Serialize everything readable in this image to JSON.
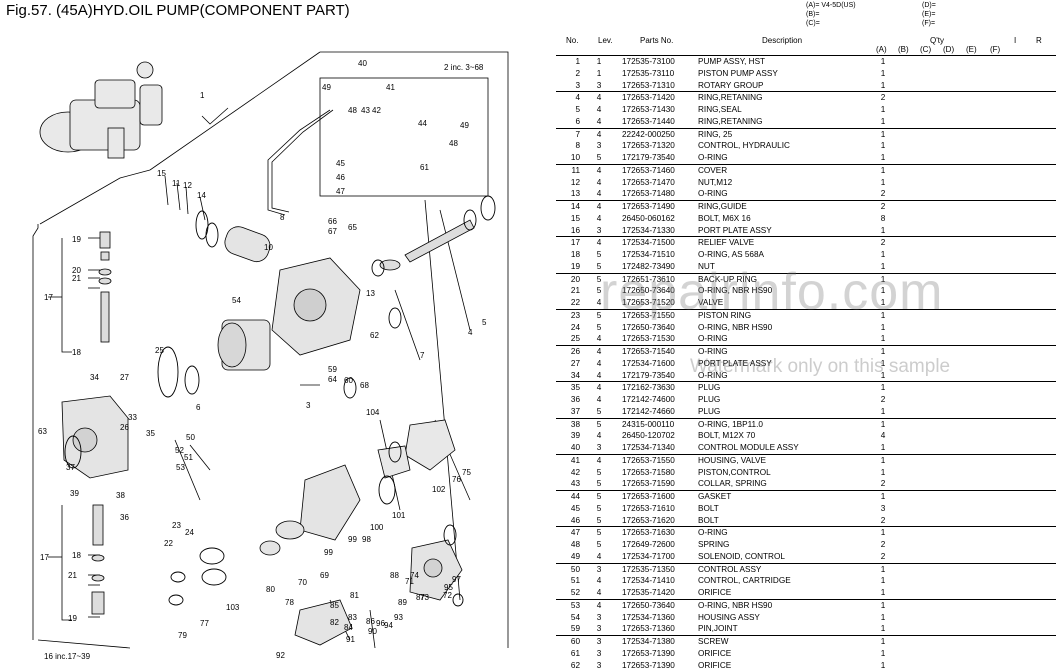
{
  "figure": {
    "title": "Fig.57.  (45A)HYD.OIL PUMP(COMPONENT PART)"
  },
  "legend": {
    "left": [
      "(A)= V4-5D(US)",
      "(B)=",
      "(C)="
    ],
    "right": [
      "(D)=",
      "(E)=",
      "(F)="
    ]
  },
  "table_header": {
    "no": "No.",
    "lev": "Lev.",
    "parts_no": "Parts No.",
    "description": "Description",
    "qty": "Q'ty",
    "a": "(A)",
    "b": "(B)",
    "c": "(C)",
    "d": "(D)",
    "e": "(E)",
    "f": "(F)",
    "i": "I",
    "r": "R"
  },
  "diagram_labels": {
    "l1": "1",
    "l2": "2 inc. 3~68",
    "l3": "3",
    "l4": "4",
    "l5": "5",
    "l6": "6",
    "l7": "7",
    "l8": "8",
    "l10": "10",
    "l11": "11",
    "l12": "12",
    "l13": "13",
    "l14": "14",
    "l15": "15",
    "l16": "16 inc.17~39",
    "l17a": "17",
    "l17b": "17",
    "l18a": "18",
    "l18b": "18",
    "l19a": "19",
    "l19b": "19",
    "l20": "20",
    "l21a": "21",
    "l21b": "21",
    "l22": "22",
    "l23": "23",
    "l24": "24",
    "l25": "25",
    "l26": "26",
    "l27": "27",
    "l33": "33",
    "l34": "34",
    "l35": "35",
    "l36": "36",
    "l37": "37",
    "l38": "38",
    "l39": "39",
    "l40": "40",
    "l41": "41",
    "l42": "42",
    "l43": "43",
    "l44": "44",
    "l45": "45",
    "l46": "46",
    "l47": "47",
    "l48a": "48",
    "l48b": "48",
    "l49a": "49",
    "l49b": "49",
    "l50": "50",
    "l51": "51",
    "l52": "52",
    "l53": "53",
    "l54": "54",
    "l59": "59",
    "l60": "60",
    "l61": "61",
    "l62": "62",
    "l63": "63",
    "l64": "64",
    "l65": "65",
    "l66": "66",
    "l67": "67",
    "l68": "68",
    "l69": "69",
    "l70": "70",
    "l71": "71",
    "l72": "72",
    "l73": "73",
    "l74": "74",
    "l75": "75",
    "l76": "76",
    "l77": "77",
    "l78": "78",
    "l79": "79",
    "l80": "80",
    "l81": "81",
    "l82": "82",
    "l83": "83",
    "l84": "84",
    "l85": "85",
    "l86": "86",
    "l87": "87",
    "l88": "88",
    "l89": "89",
    "l90": "90",
    "l91": "91",
    "l92": "92",
    "l93": "93",
    "l94": "94",
    "l95": "95",
    "l96": "96",
    "l97": "97",
    "l98": "98",
    "l99a": "99",
    "l99b": "99",
    "l100": "100",
    "l101": "101",
    "l102": "102",
    "l103": "103",
    "l104": "104"
  },
  "parts": [
    {
      "no": "1",
      "lev": "1",
      "pn": "172535-73100",
      "desc": "PUMP ASSY, HST",
      "qa": "1",
      "grp": true
    },
    {
      "no": "2",
      "lev": "1",
      "pn": "172535-73110",
      "desc": "PISTON PUMP ASSY",
      "qa": "1"
    },
    {
      "no": "3",
      "lev": "3",
      "pn": "172653-71310",
      "desc": "ROTARY GROUP",
      "qa": "1"
    },
    {
      "no": "4",
      "lev": "4",
      "pn": "172653-71420",
      "desc": "RING,RETANING",
      "qa": "2",
      "grp": true
    },
    {
      "no": "5",
      "lev": "4",
      "pn": "172653-71430",
      "desc": "RING,SEAL",
      "qa": "1"
    },
    {
      "no": "6",
      "lev": "4",
      "pn": "172653-71440",
      "desc": "RING,RETANING",
      "qa": "1"
    },
    {
      "no": "7",
      "lev": "4",
      "pn": "22242-000250",
      "desc": "RING,  25",
      "qa": "1",
      "grp": true
    },
    {
      "no": "8",
      "lev": "3",
      "pn": "172653-71320",
      "desc": "CONTROL, HYDRAULIC",
      "qa": "1"
    },
    {
      "no": "10",
      "lev": "5",
      "pn": "172179-73540",
      "desc": "O-RING",
      "qa": "1"
    },
    {
      "no": "11",
      "lev": "4",
      "pn": "172653-71460",
      "desc": "COVER",
      "qa": "1",
      "grp": true
    },
    {
      "no": "12",
      "lev": "4",
      "pn": "172653-71470",
      "desc": "NUT,M12",
      "qa": "1"
    },
    {
      "no": "13",
      "lev": "4",
      "pn": "172653-71480",
      "desc": "O-RING",
      "qa": "2"
    },
    {
      "no": "14",
      "lev": "4",
      "pn": "172653-71490",
      "desc": "RING,GUIDE",
      "qa": "2",
      "grp": true
    },
    {
      "no": "15",
      "lev": "4",
      "pn": "26450-060162",
      "desc": "BOLT, M6X 16",
      "qa": "8"
    },
    {
      "no": "16",
      "lev": "3",
      "pn": "172534-71330",
      "desc": "PORT PLATE ASSY",
      "qa": "1"
    },
    {
      "no": "17",
      "lev": "4",
      "pn": "172534-71500",
      "desc": "RELIEF VALVE",
      "qa": "2",
      "grp": true
    },
    {
      "no": "18",
      "lev": "5",
      "pn": "172534-71510",
      "desc": "O-RING, AS 568A",
      "qa": "1"
    },
    {
      "no": "19",
      "lev": "5",
      "pn": "172482-73490",
      "desc": "NUT",
      "qa": "1"
    },
    {
      "no": "20",
      "lev": "5",
      "pn": "172651-73610",
      "desc": "BACK-UP RING",
      "qa": "1",
      "grp": true
    },
    {
      "no": "21",
      "lev": "5",
      "pn": "172650-73640",
      "desc": "O-RING, NBR HS90",
      "qa": "1"
    },
    {
      "no": "22",
      "lev": "4",
      "pn": "172653-71520",
      "desc": "VALVE",
      "qa": "1"
    },
    {
      "no": "23",
      "lev": "5",
      "pn": "172653-71550",
      "desc": "PISTON RING",
      "qa": "1",
      "grp": true
    },
    {
      "no": "24",
      "lev": "5",
      "pn": "172650-73640",
      "desc": "O-RING, NBR HS90",
      "qa": "1"
    },
    {
      "no": "25",
      "lev": "4",
      "pn": "172653-71530",
      "desc": "O-RING",
      "qa": "1"
    },
    {
      "no": "26",
      "lev": "4",
      "pn": "172653-71540",
      "desc": "O-RING",
      "qa": "1",
      "grp": true
    },
    {
      "no": "27",
      "lev": "4",
      "pn": "172534-71600",
      "desc": "PORT PLATE ASSY",
      "qa": "1"
    },
    {
      "no": "34",
      "lev": "4",
      "pn": "172179-73540",
      "desc": "O-RING",
      "qa": "1"
    },
    {
      "no": "35",
      "lev": "4",
      "pn": "172162-73630",
      "desc": "PLUG",
      "qa": "1",
      "grp": true
    },
    {
      "no": "36",
      "lev": "4",
      "pn": "172142-74600",
      "desc": "PLUG",
      "qa": "2"
    },
    {
      "no": "37",
      "lev": "5",
      "pn": "172142-74660",
      "desc": "PLUG",
      "qa": "1"
    },
    {
      "no": "38",
      "lev": "5",
      "pn": "24315-000110",
      "desc": "O-RING, 1BP11.0",
      "qa": "1",
      "grp": true
    },
    {
      "no": "39",
      "lev": "4",
      "pn": "26450-120702",
      "desc": "BOLT, M12X 70",
      "qa": "4"
    },
    {
      "no": "40",
      "lev": "3",
      "pn": "172534-71340",
      "desc": "CONTROL MODULE ASSY",
      "qa": "1"
    },
    {
      "no": "41",
      "lev": "4",
      "pn": "172653-71550",
      "desc": "HOUSING, VALVE",
      "qa": "1",
      "grp": true
    },
    {
      "no": "42",
      "lev": "5",
      "pn": "172653-71580",
      "desc": "PISTON,CONTROL",
      "qa": "1"
    },
    {
      "no": "43",
      "lev": "5",
      "pn": "172653-71590",
      "desc": "COLLAR, SPRING",
      "qa": "2"
    },
    {
      "no": "44",
      "lev": "5",
      "pn": "172653-71600",
      "desc": "GASKET",
      "qa": "1",
      "grp": true
    },
    {
      "no": "45",
      "lev": "5",
      "pn": "172653-71610",
      "desc": "BOLT",
      "qa": "3"
    },
    {
      "no": "46",
      "lev": "5",
      "pn": "172653-71620",
      "desc": "BOLT",
      "qa": "2"
    },
    {
      "no": "47",
      "lev": "5",
      "pn": "172653-71630",
      "desc": "O-RING",
      "qa": "1",
      "grp": true
    },
    {
      "no": "48",
      "lev": "5",
      "pn": "172649-72600",
      "desc": "SPRING",
      "qa": "2"
    },
    {
      "no": "49",
      "lev": "4",
      "pn": "172534-71700",
      "desc": "SOLENOID, CONTROL",
      "qa": "2"
    },
    {
      "no": "50",
      "lev": "3",
      "pn": "172535-71350",
      "desc": "CONTROL ASSY",
      "qa": "1",
      "grp": true
    },
    {
      "no": "51",
      "lev": "4",
      "pn": "172534-71410",
      "desc": "CONTROL, CARTRIDGE",
      "qa": "1"
    },
    {
      "no": "52",
      "lev": "4",
      "pn": "172535-71420",
      "desc": "ORIFICE",
      "qa": "1"
    },
    {
      "no": "53",
      "lev": "4",
      "pn": "172650-73640",
      "desc": "O-RING, NBR HS90",
      "qa": "1",
      "grp": true
    },
    {
      "no": "54",
      "lev": "3",
      "pn": "172534-71360",
      "desc": "HOUSING ASSY",
      "qa": "1"
    },
    {
      "no": "59",
      "lev": "3",
      "pn": "172653-71360",
      "desc": "PIN,JOINT",
      "qa": "1"
    },
    {
      "no": "60",
      "lev": "3",
      "pn": "172534-71380",
      "desc": "SCREW",
      "qa": "1",
      "grp": true
    },
    {
      "no": "61",
      "lev": "3",
      "pn": "172653-71390",
      "desc": "ORIFICE",
      "qa": "1"
    },
    {
      "no": "62",
      "lev": "3",
      "pn": "172653-71390",
      "desc": "ORIFICE",
      "qa": "1"
    }
  ],
  "watermark": {
    "main": "repairinfo.com",
    "sub": "Watermark only on this sample"
  }
}
